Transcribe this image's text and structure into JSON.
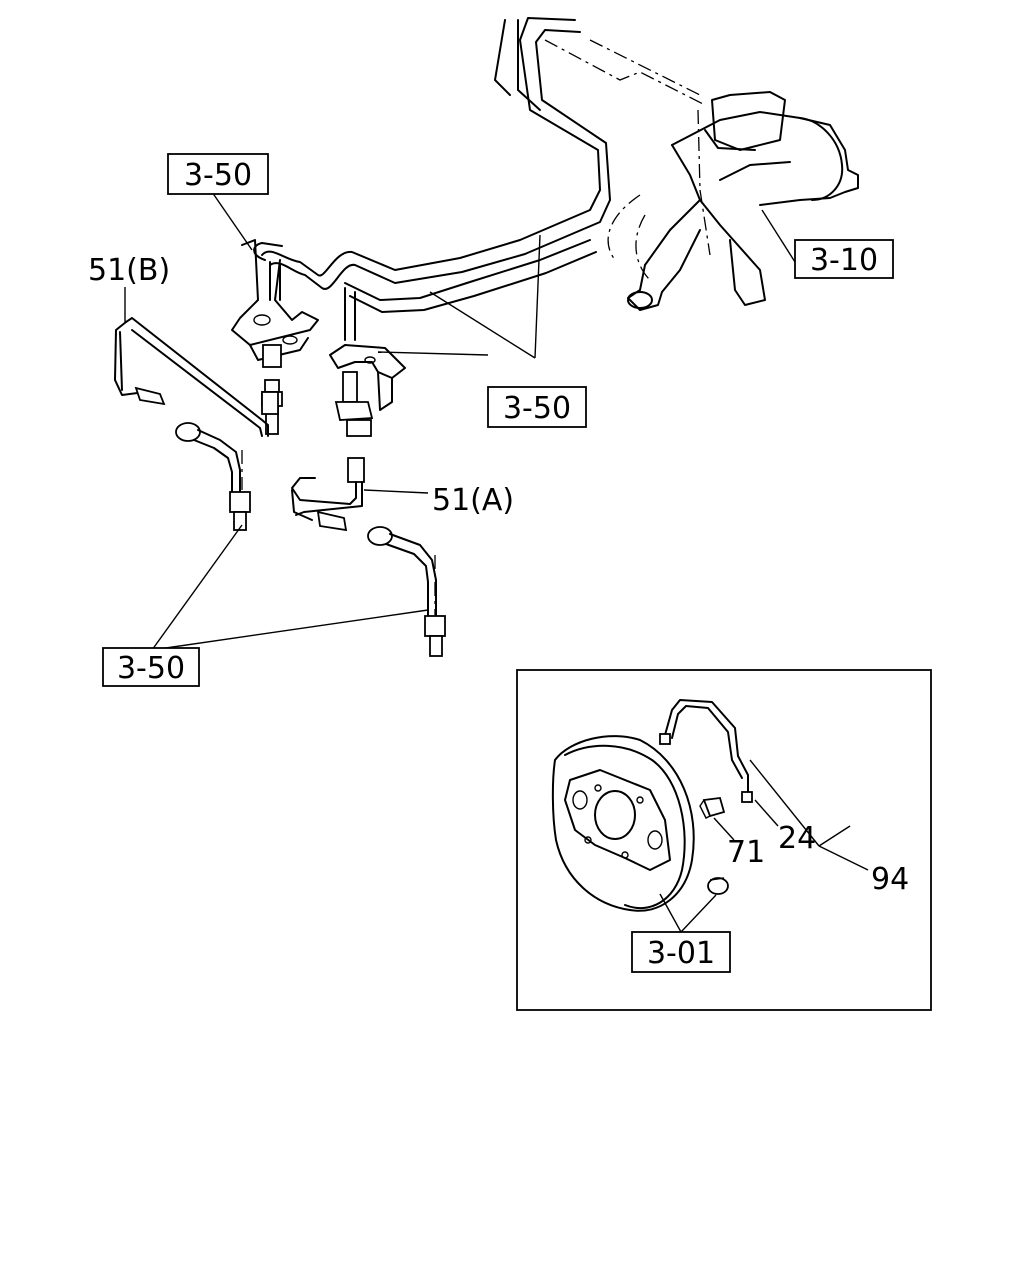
{
  "callouts": {
    "ref_upper": "3-50",
    "ref_right": "3-50",
    "ref_lower": "3-50",
    "ref_master": "3-10",
    "ref_backplate": "3-01",
    "part_51b": "51(B)",
    "part_51a": "51(A)",
    "part_71": "71",
    "part_24": "24",
    "part_94": "94"
  }
}
